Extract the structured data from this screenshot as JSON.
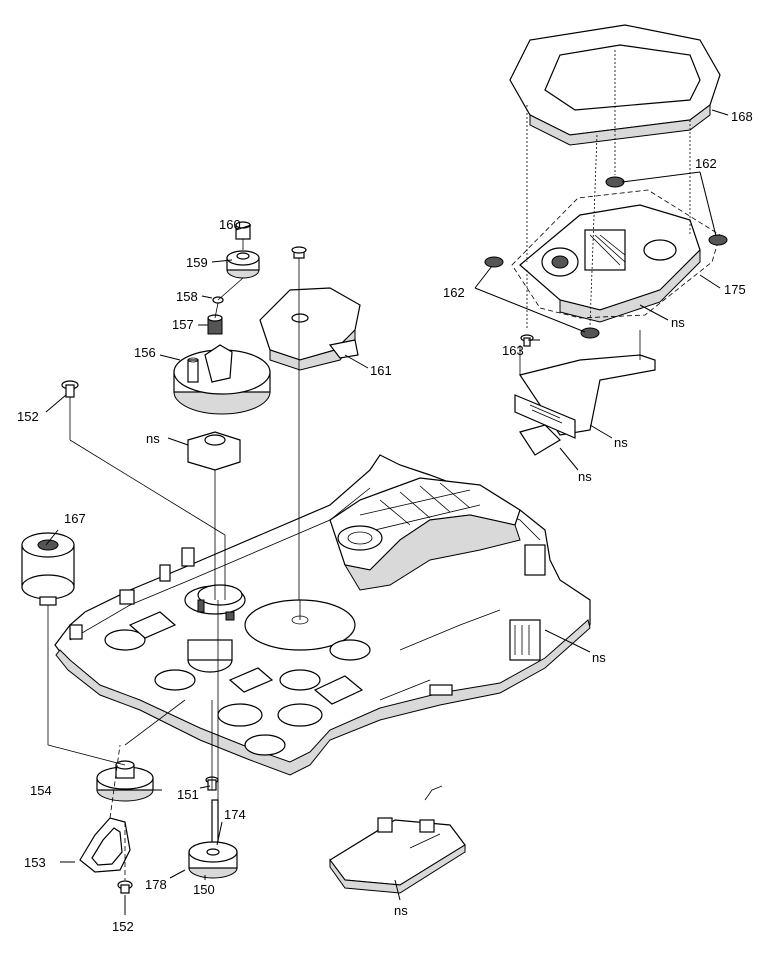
{
  "callouts": {
    "p160": "160",
    "p159": "159",
    "p158": "158",
    "p157": "157",
    "p156": "156",
    "p161": "161",
    "p152_top": "152",
    "ns_gear": "ns",
    "p168": "168",
    "p162_top": "162",
    "p162_left": "162",
    "p175": "175",
    "p163": "163",
    "ns_pickup": "ns",
    "ns_flex": "ns",
    "ns_connector": "ns",
    "p167": "167",
    "ns_chassis": "ns",
    "p154": "154",
    "p151": "151",
    "p174": "174",
    "p153": "153",
    "p178": "178",
    "p150": "150",
    "p152_bottom": "152",
    "ns_board": "ns"
  }
}
